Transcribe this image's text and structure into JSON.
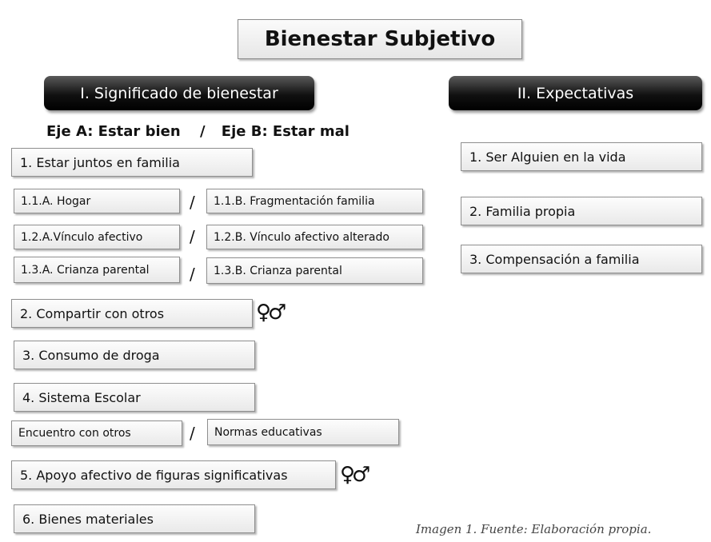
{
  "title": "Bienestar Subjetivo",
  "section_left": "I. Significado de bienestar",
  "section_right": "II. Expectativas",
  "axis_a": "Eje A: Estar bien",
  "axis_sep": "/",
  "axis_b": "Eje B: Estar mal",
  "left": {
    "item1": "1. Estar juntos en familia",
    "sub": [
      {
        "a": "1.1.A. Hogar",
        "b": "1.1.B. Fragmentación familia"
      },
      {
        "a": "1.2.A.Vínculo afectivo",
        "b": "1.2.B. Vínculo afectivo alterado"
      },
      {
        "a": "1.3.A. Crianza parental",
        "b": "1.3.B. Crianza parental"
      }
    ],
    "item2": "2. Compartir con otros",
    "item3": "3. Consumo de droga",
    "item4": "4. Sistema Escolar",
    "item4_sub": {
      "a": "Encuentro con otros",
      "b": "Normas educativas"
    },
    "item5": "5. Apoyo afectivo de figuras significativas",
    "item6": "6. Bienes materiales",
    "slash": "/",
    "gender_symbol": "♀♂"
  },
  "right": {
    "items": [
      "1. Ser Alguien en la vida",
      "2. Familia propia",
      "3. Compensación a familia"
    ]
  },
  "caption": "Imagen 1. Fuente: Elaboración propia."
}
